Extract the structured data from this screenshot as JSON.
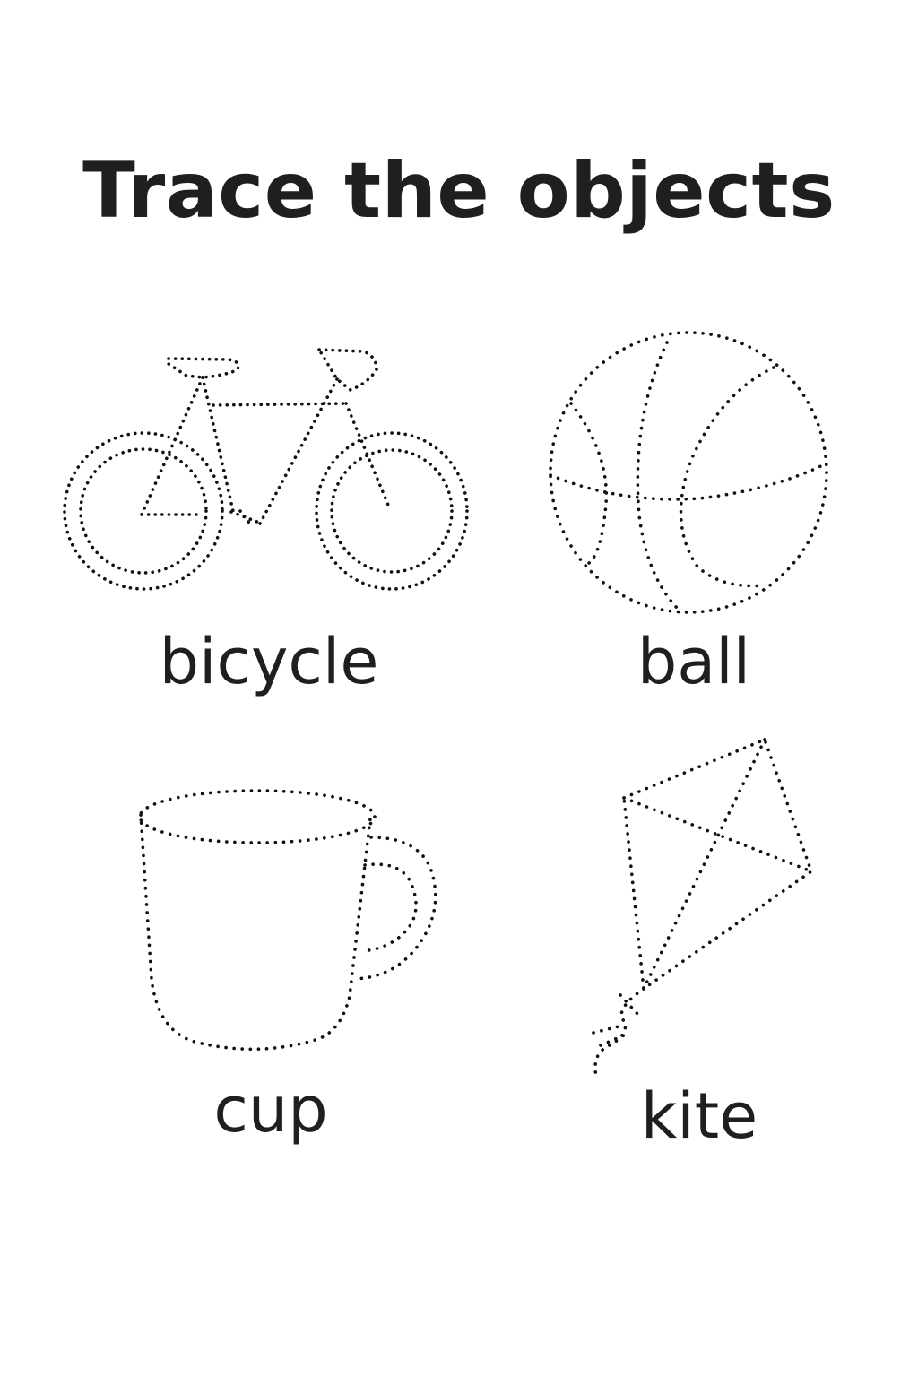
{
  "worksheet": {
    "title": "Trace the objects",
    "items": [
      {
        "label": "bicycle",
        "icon": "bicycle-icon"
      },
      {
        "label": "ball",
        "icon": "ball-icon"
      },
      {
        "label": "cup",
        "icon": "cup-icon"
      },
      {
        "label": "kite",
        "icon": "kite-icon"
      }
    ]
  }
}
